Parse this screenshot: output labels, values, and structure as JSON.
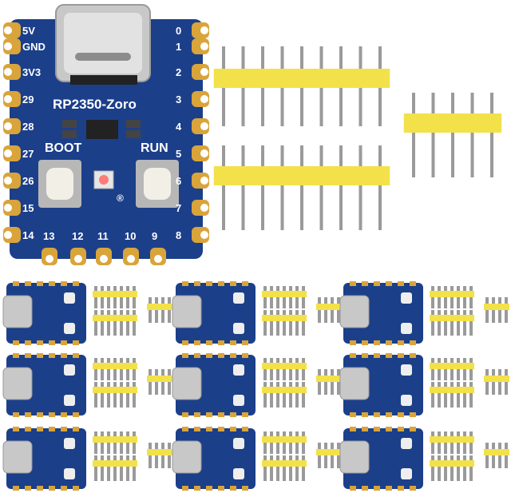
{
  "board": {
    "name": "RP2350-Zoro",
    "boot_label": "BOOT",
    "run_label": "RUN",
    "registered_mark": "®",
    "left_pins": [
      "5V",
      "GND",
      "3V3",
      "29",
      "28",
      "27",
      "26",
      "15",
      "14"
    ],
    "right_pins": [
      "0",
      "1",
      "2",
      "3",
      "4",
      "5",
      "6",
      "7",
      "8"
    ],
    "bottom_pins": [
      "13",
      "12",
      "11",
      "10",
      "9"
    ]
  },
  "kit": {
    "thumbnail_count": 9,
    "long_header_pins": 9,
    "short_header_pins": 5
  },
  "colors": {
    "pcb_blue": "#1c3f8a",
    "pcb_blue_dark": "#142f6b",
    "gold_pad": "#d9a43a",
    "header_yellow": "#f3e14a",
    "pin_silver": "#9a9a9a",
    "usb_silver": "#c8c8c8"
  }
}
